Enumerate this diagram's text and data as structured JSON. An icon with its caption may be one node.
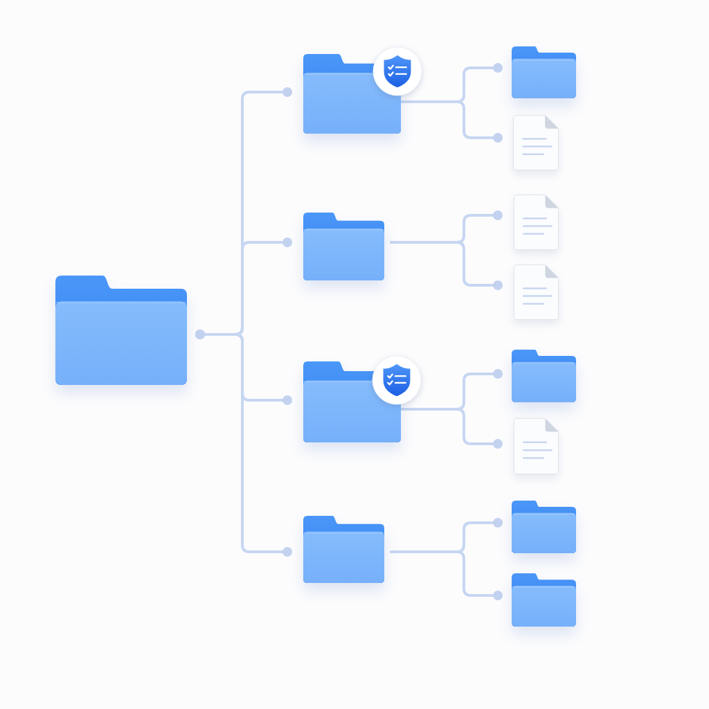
{
  "diagram": {
    "nodes": [
      {
        "text": [],
        "shape": "folder"
      },
      {
        "text": [],
        "shape": "folder"
      },
      {
        "text": [],
        "shape": "shield"
      },
      {
        "text": [],
        "shape": "folder"
      },
      {
        "text": [],
        "shape": "document"
      },
      {
        "text": [],
        "shape": "folder"
      },
      {
        "text": [],
        "shape": "document"
      },
      {
        "text": [],
        "shape": "document"
      },
      {
        "text": [],
        "shape": "folder"
      },
      {
        "text": [],
        "shape": "shield"
      },
      {
        "text": [],
        "shape": "folder"
      },
      {
        "text": [],
        "shape": "document"
      },
      {
        "text": [],
        "shape": "folder"
      },
      {
        "text": [],
        "shape": "folder"
      },
      {
        "text": [],
        "shape": "folder"
      }
    ],
    "edges": [
      {
        "from": 0,
        "to": 1,
        "arrow": "other"
      },
      {
        "from": 0,
        "to": 5,
        "arrow": "other"
      },
      {
        "from": 0,
        "to": 8,
        "arrow": "other"
      },
      {
        "from": 0,
        "to": 12,
        "arrow": "other"
      },
      {
        "from": 1,
        "to": 3,
        "arrow": "other"
      },
      {
        "from": 1,
        "to": 4,
        "arrow": "other"
      },
      {
        "from": 5,
        "to": 6,
        "arrow": "other"
      },
      {
        "from": 5,
        "to": 7,
        "arrow": "other"
      },
      {
        "from": 8,
        "to": 10,
        "arrow": "other"
      },
      {
        "from": 8,
        "to": 11,
        "arrow": "other"
      },
      {
        "from": 12,
        "to": 13,
        "arrow": "other"
      },
      {
        "from": 12,
        "to": 14,
        "arrow": "other"
      }
    ]
  }
}
